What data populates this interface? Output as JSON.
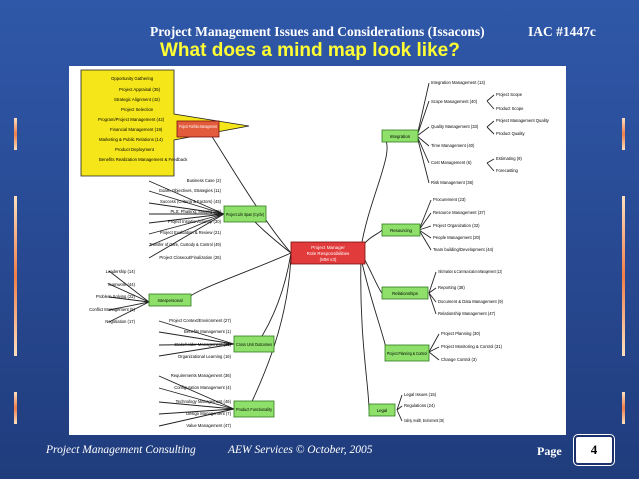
{
  "header": {
    "title": "Project Management Issues and Considerations (Issacons)",
    "iac": "IAC #1447c",
    "subtitle": "What does a mind map look like?"
  },
  "mindmap": {
    "center": [
      "Project Manager",
      "Role Responsibilities",
      "(MM v3)"
    ],
    "branches": {
      "portfolio": "Project Portfolio Management",
      "lifespan": "Project Life Span (Cycle)",
      "interpersonal": "Interpersonal",
      "cross_unit": "Cross Unit Outcomes",
      "product": "Product Functionality",
      "integration": "Integration",
      "resourcing": "Resourcing",
      "relationships": "Relationships",
      "planning": "Project Planning & Control",
      "legal": "Legal"
    },
    "portfolio_items": [
      "Opportunity Gathering",
      "Project Appraisal (35)",
      "Strategic Alignment (42)",
      "Project Selection",
      "Program/Project Management (42)",
      "Financial Management (19)",
      "Marketing & Public Relations (14)",
      "Product Deployment",
      "Benefits Realization Management & Feedback"
    ],
    "lifespan_items": [
      "Business Case (2)",
      "Goals, Objectives, Strategies (11)",
      "Success (Criteria & Factors) (43)",
      "PLS: Phasing, Staging (29)",
      "Project Initiation/Startup (30)",
      "Project Evaluation & Review (21)",
      "Transfer of Care, Custody & Control (49)",
      "Project Closeout/Finalization (26)"
    ],
    "interpersonal_items": [
      "Leadership (14)",
      "Teamwork (44)",
      "Problem Solving (22)",
      "Conflict Management (5)",
      "Negotiation (17)"
    ],
    "cross_unit_items": [
      "Project Context/Environment (27)",
      "Benefits Management (1)",
      "Stakeholder Management (41)",
      "Organizational Learning (16)"
    ],
    "product_items": [
      "Requirements Management (36)",
      "Configuration Management (4)",
      "Technology Management (46)",
      "Design Management (7)",
      "Value Management (47)"
    ],
    "integration_items": [
      "Integration Management (13)",
      "Scope Management (40)",
      "Quality Management (33)",
      "Time Management (40)",
      "Cost Management (6)",
      "Risk Management (36)"
    ],
    "scope_sub": [
      "Project Scope",
      "Product Scope"
    ],
    "quality_sub": [
      "Project Management Quality",
      "Product Quality"
    ],
    "cost_sub": [
      "Estimating (9)",
      "Forecasting"
    ],
    "resourcing_items": [
      "Procurement (23)",
      "Resource Management (37)",
      "Project Organization (32)",
      "People Management (20)",
      "Team building/Development (44)"
    ],
    "relationships_items": [
      "Information & Communication Management (12)",
      "Reporting (38)",
      "Document & Data Management (9)",
      "Relationship Management (47)"
    ],
    "planning_items": [
      "Project Planning (30)",
      "Project Monitoring & Control (31)",
      "Change Control (3)"
    ],
    "legal_items": [
      "Legal Issues (15)",
      "Regulations (24)",
      "Safety, Health, Environment (39)"
    ]
  },
  "footer": {
    "left": "Project Management Consulting",
    "mid": "AEW Services © October, 2005",
    "page_label": "Page",
    "page_num": "4"
  }
}
